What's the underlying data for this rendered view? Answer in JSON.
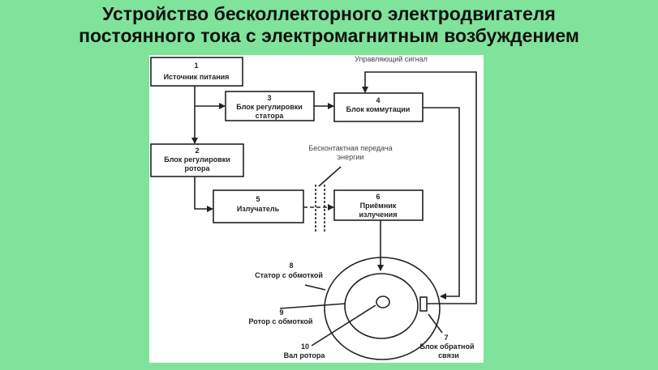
{
  "title": {
    "line1": "Устройство бесколлекторного электродвигателя",
    "line2": "постоянного тока с электромагнитным возбуждением"
  },
  "diagram": {
    "blocks": [
      {
        "num": "1",
        "lines": [
          "Источник питания"
        ]
      },
      {
        "num": "2",
        "lines": [
          "Блок регулировки",
          "ротора"
        ]
      },
      {
        "num": "3",
        "lines": [
          "Блок регулировки",
          "статора"
        ]
      },
      {
        "num": "4",
        "lines": [
          "Блок коммутации"
        ]
      },
      {
        "num": "5",
        "lines": [
          "Излучатель"
        ]
      },
      {
        "num": "6",
        "lines": [
          "Приёмник",
          "излучения"
        ]
      }
    ],
    "control_signal": "Управляющий сигнал",
    "contactless": [
      "Бесконтактная передача",
      "энергии"
    ],
    "parts": [
      {
        "num": "7",
        "lines": [
          "Блок обратной",
          "связи"
        ]
      },
      {
        "num": "8",
        "lines": [
          "Статор с обмоткой"
        ]
      },
      {
        "num": "9",
        "lines": [
          "Ротор с обмоткой"
        ]
      },
      {
        "num": "10",
        "lines": [
          "Вал ротора"
        ]
      }
    ]
  }
}
